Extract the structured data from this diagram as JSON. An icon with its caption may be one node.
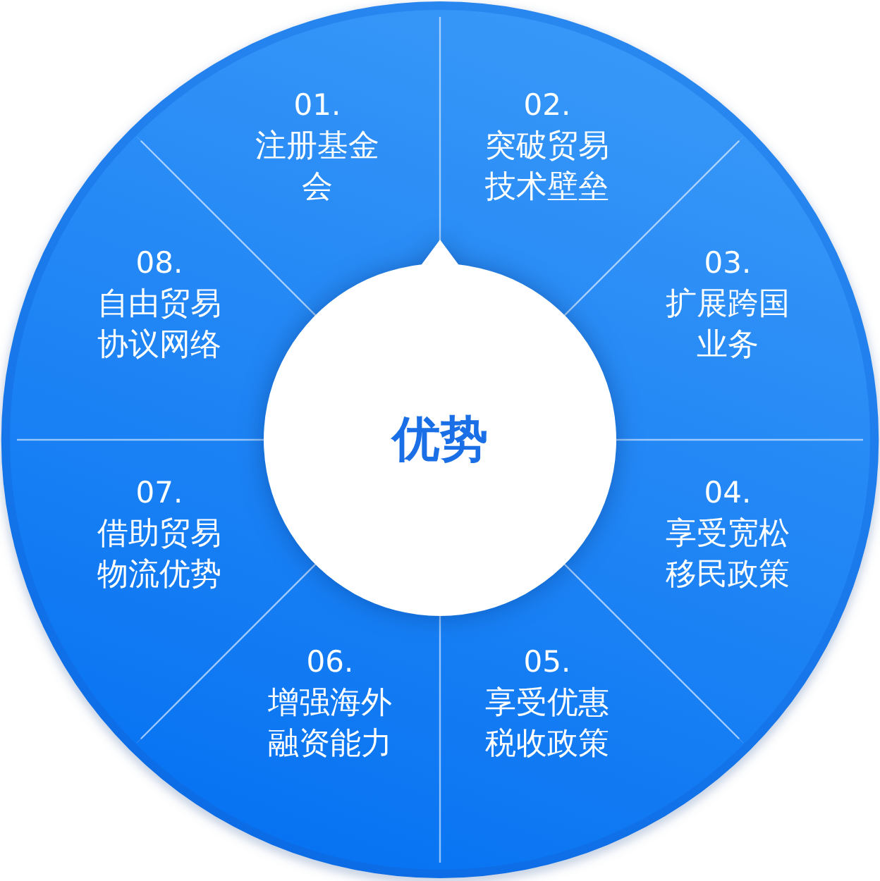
{
  "diagram": {
    "nodes": [
      {
        "text": [
          "01.",
          "注册基金会"
        ]
      },
      {
        "text": [
          "02.",
          "突破贸易技术壁垒"
        ]
      },
      {
        "text": [
          "03.",
          "扩展跨国业务"
        ]
      },
      {
        "text": [
          "04.",
          "享受宽松移民政策"
        ]
      },
      {
        "text": [
          "05.",
          "享受优惠税收政策"
        ]
      },
      {
        "text": [
          "06.",
          "增强海外融资能力"
        ]
      },
      {
        "text": [
          "07.",
          "借助贸易物流优势"
        ]
      },
      {
        "text": [
          "08.",
          "自由贸易协议网络"
        ]
      },
      {
        "text": [
          "优势"
        ]
      }
    ]
  }
}
